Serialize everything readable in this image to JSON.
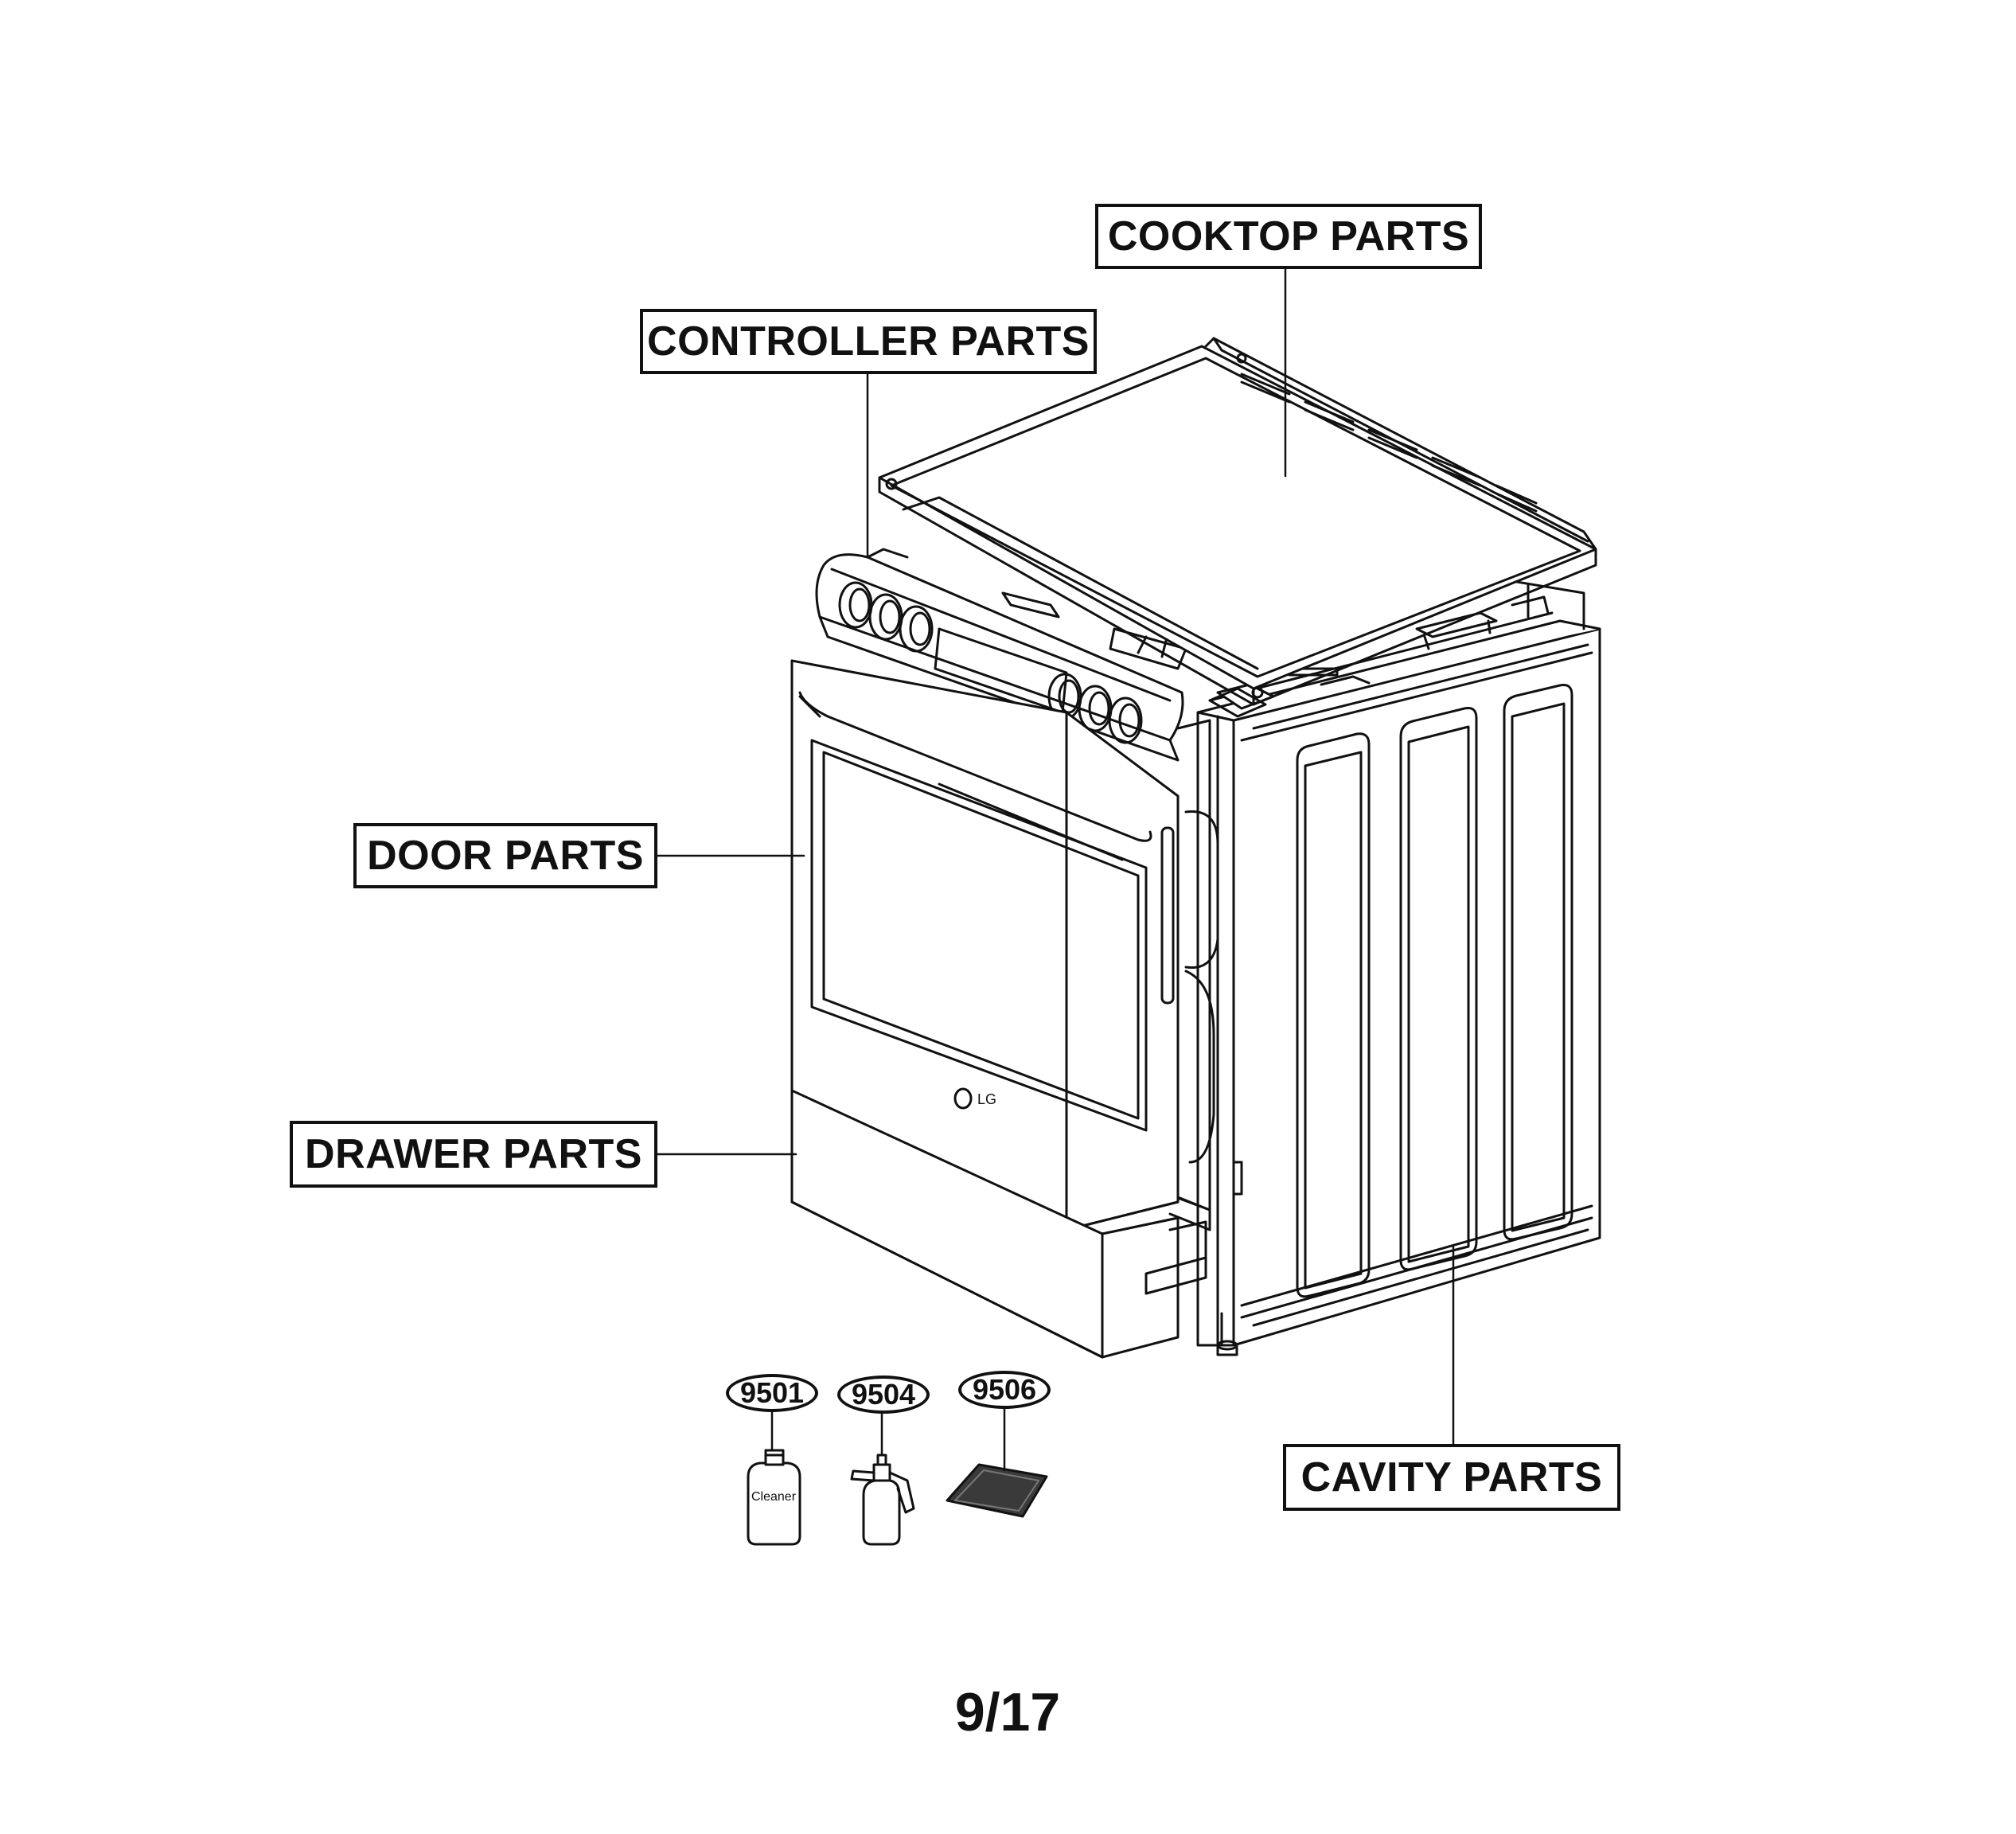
{
  "labels": {
    "cooktop": "COOKTOP PARTS",
    "controller": "CONTROLLER PARTS",
    "door": "DOOR PARTS",
    "drawer": "DRAWER PARTS",
    "cavity": "CAVITY PARTS"
  },
  "accessories": [
    {
      "part_no": "9501",
      "icon": "cleaner-bottle-icon",
      "text": "Cleaner"
    },
    {
      "part_no": "9504",
      "icon": "spray-bottle-icon"
    },
    {
      "part_no": "9506",
      "icon": "scrub-pad-icon"
    }
  ],
  "brand_logo": "LG",
  "page_number": "9/17",
  "colors": {
    "line": "#111111",
    "background": "#ffffff"
  }
}
